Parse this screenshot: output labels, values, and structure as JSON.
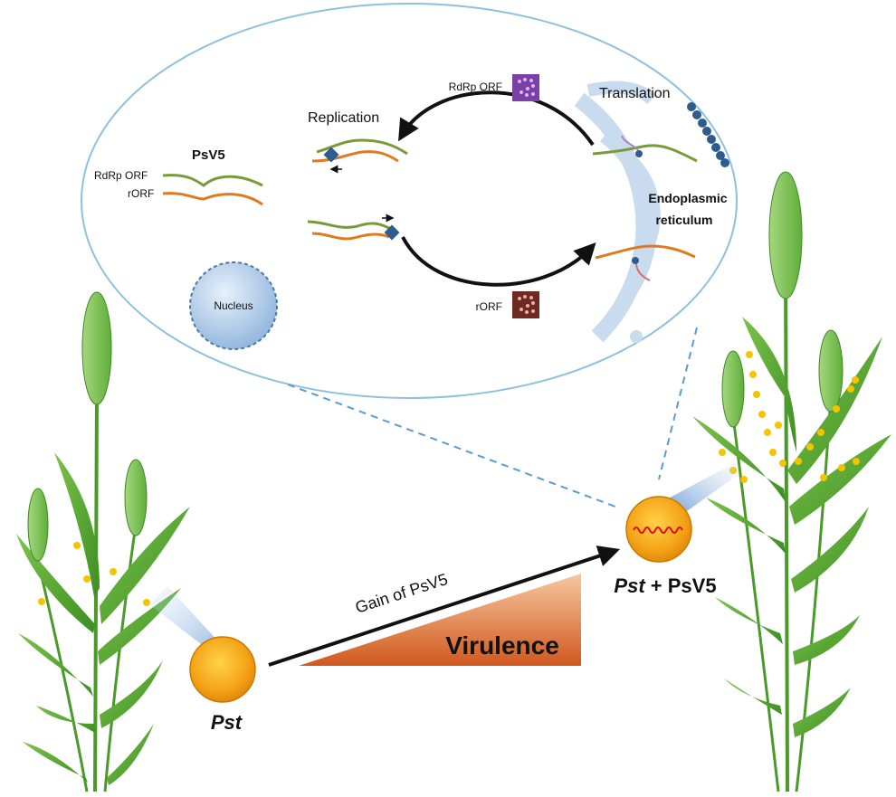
{
  "cell": {
    "virus_title": "PsV5",
    "virus_orfs": [
      "RdRp ORF",
      "rORF"
    ],
    "nucleus_label": "Nucleus",
    "replication_label": "Replication",
    "translation_label": "Translation",
    "er_label_line1": "Endoplasmic",
    "er_label_line2": "reticulum",
    "top_product_label": "RdRp ORF",
    "bottom_product_label": "rORF"
  },
  "pathway": {
    "pst_label": "Pst",
    "pst_psv5_label_italic": "Pst",
    "pst_psv5_label_rest": " + PsV5",
    "gain_label": "Gain of PsV5",
    "virulence_label": "Virulence"
  },
  "colors": {
    "cell_outline": "#8fc0dd",
    "green_strand": "#7a9a3a",
    "orange_strand": "#e07a1f",
    "er_fill": "#c9dcef",
    "ribosome": "#2d5d8f",
    "spore": "#f2a51c",
    "virulence_dark": "#c8501c",
    "virulence_light": "#f6c49a",
    "rdrp_protein_bg": "#7b3fa8",
    "rorf_protein_bg": "#6e2a22",
    "wheat_leaf": "#55a62e",
    "lesion": "#f5c400"
  }
}
